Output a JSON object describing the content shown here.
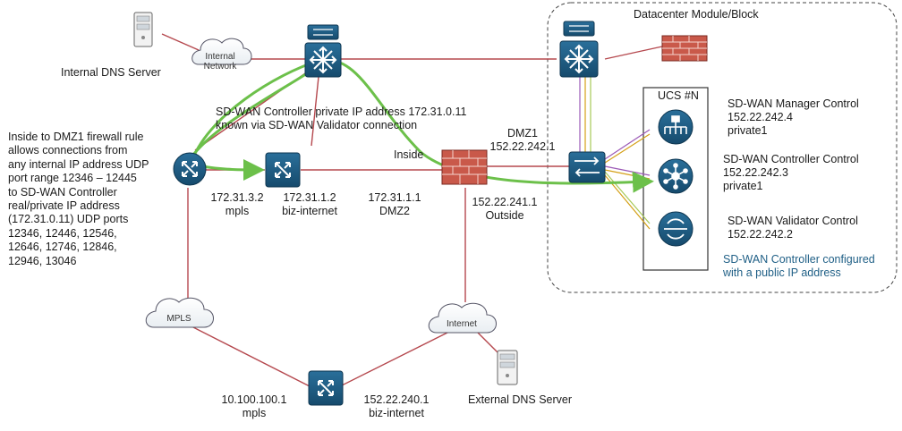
{
  "datacenter": {
    "title": "Datacenter Module/Block"
  },
  "ucs": {
    "title": "UCS #N"
  },
  "clouds": {
    "internal_network": [
      "Internal",
      "Network"
    ],
    "mpls": "MPLS",
    "internet": "Internet"
  },
  "servers": {
    "internal_dns": "Internal DNS Server",
    "external_dns": "External DNS Server"
  },
  "annotation": {
    "controller_private_ip": [
      "SD-WAN Controller private IP address 172.31.0.11",
      "known via SD-WAN Validator connection"
    ],
    "firewall_rule": [
      "Inside to DMZ1 firewall rule",
      "allows connections from",
      "any internal IP address UDP",
      "port range 12346 – 12445",
      "to SD-WAN  Controller",
      "real/private IP address",
      "(172.31.0.11) UDP ports",
      "12346, 12446, 12546,",
      "12646, 12746, 12846,",
      "12946, 13046"
    ]
  },
  "interfaces": {
    "edge1_mpls": [
      "172.31.3.2",
      "mpls"
    ],
    "edge1_biz": [
      "172.31.1.2",
      "biz-internet"
    ],
    "fw_dmz2": [
      "172.31.1.1",
      "DMZ2"
    ],
    "fw_inside": "Inside",
    "fw_dmz1": [
      "DMZ1",
      "152.22.242.1"
    ],
    "fw_outside": [
      "152.22.241.1",
      "Outside"
    ],
    "edge2_mpls": [
      "10.100.100.1",
      "mpls"
    ],
    "edge2_biz": [
      "152.22.240.1",
      "biz-internet"
    ]
  },
  "controllers": {
    "manager": [
      "SD-WAN Manager Control",
      "152.22.242.4",
      "private1"
    ],
    "controller": [
      "SD-WAN Controller Control",
      "152.22.242.3",
      "private1"
    ],
    "validator": [
      "SD-WAN Validator Control",
      "152.22.242.2"
    ],
    "note": [
      "SD-WAN Controller configured",
      "with a public IP address"
    ]
  },
  "colors": {
    "link": "#b5484e",
    "green_path": "#6cc04a",
    "device_blue": "#1f5f86",
    "firewall_red": "#c9594a",
    "dc_link_1": "#9b59b6",
    "dc_link_2": "#d4a017",
    "dc_link_3": "#a7c957"
  }
}
